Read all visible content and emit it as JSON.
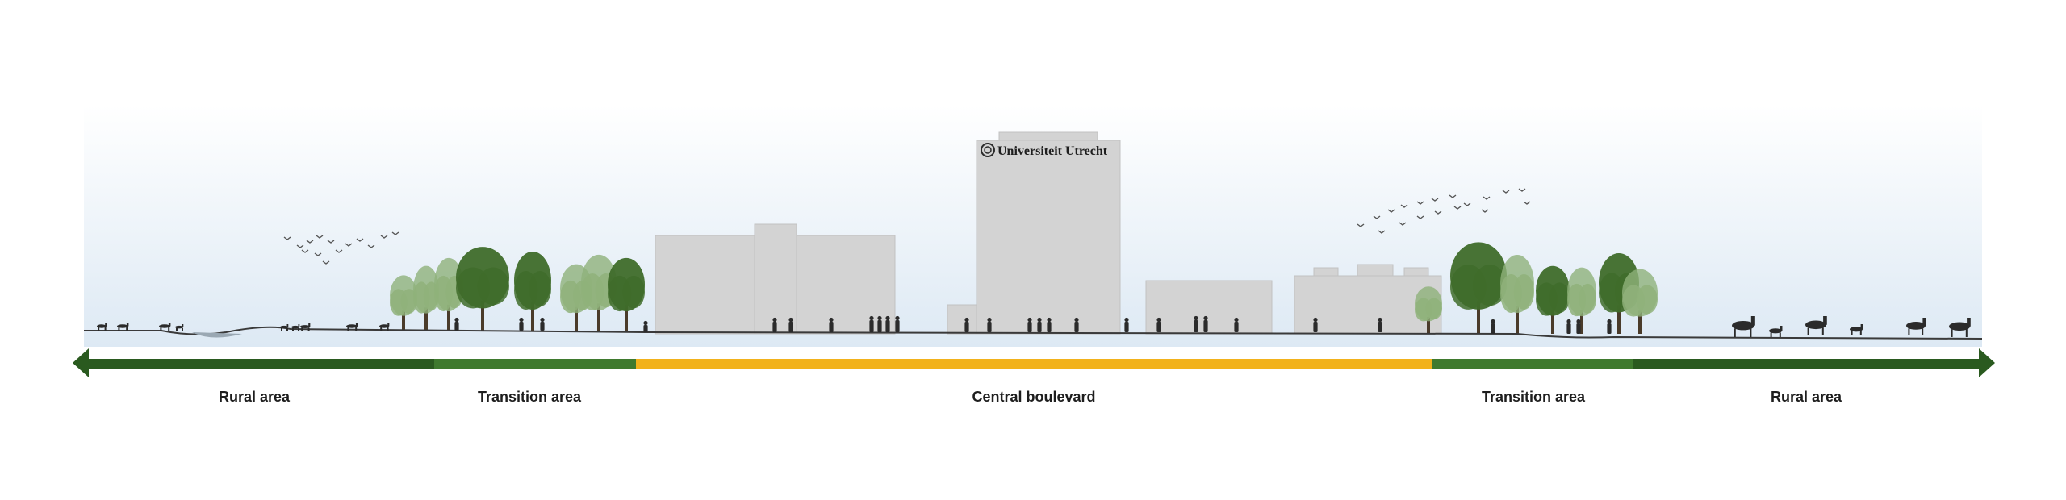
{
  "logo": {
    "text": "Universiteit Utrecht"
  },
  "zones": [
    {
      "id": "rural-left",
      "label": "Rural area",
      "color": "#2a5a1f"
    },
    {
      "id": "transition-left",
      "label": "Transition area",
      "color": "#3f7a2e"
    },
    {
      "id": "central",
      "label": "Central boulevard",
      "color": "#f2b21b"
    },
    {
      "id": "transition-right",
      "label": "Transition area",
      "color": "#3f7a2e"
    },
    {
      "id": "rural-right",
      "label": "Rural area",
      "color": "#2a5a1f"
    }
  ],
  "colors": {
    "sky_top": "#ffffff",
    "sky_bottom": "#dde9f4",
    "building": "#d3d3d3",
    "building_edge": "#c2c2c2",
    "tree_dark": "#3f6c2a",
    "tree_light": "#8fb17a",
    "silhouette": "#2b2b2b"
  }
}
